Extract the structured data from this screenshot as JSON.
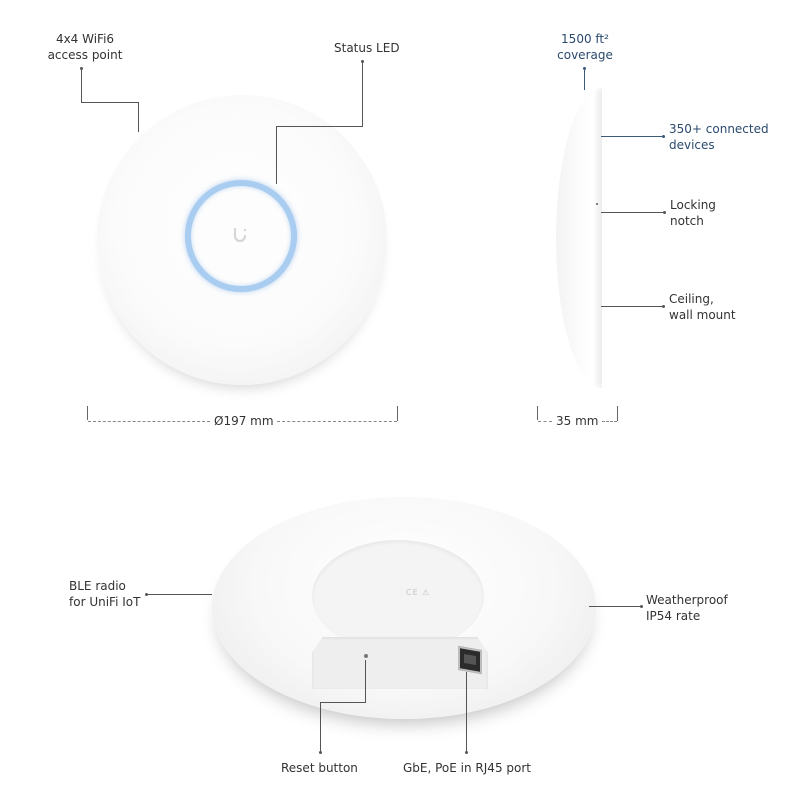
{
  "diagram": {
    "subject": "WiFi 6 ceiling access point",
    "top_view": {
      "callouts": [
        {
          "id": "wifi",
          "line1": "4x4 WiFi6",
          "line2": "access point"
        },
        {
          "id": "led",
          "line1": "Status LED"
        }
      ],
      "dimension": "Ø197 mm",
      "led_color": "#a8cdf0"
    },
    "side_view": {
      "callouts": [
        {
          "id": "coverage",
          "line1": "1500 ft²",
          "line2": "coverage",
          "color": "#2a4a6e"
        },
        {
          "id": "devices",
          "line1": "350+ connected",
          "line2": "devices",
          "color": "#2a4a6e"
        },
        {
          "id": "notch",
          "line1": "Locking",
          "line2": "notch"
        },
        {
          "id": "mount",
          "line1": "Ceiling,",
          "line2": "wall mount"
        }
      ],
      "dimension": "35 mm"
    },
    "bottom_view": {
      "callouts": [
        {
          "id": "ble",
          "line1": "BLE radio",
          "line2": "for UniFi IoT"
        },
        {
          "id": "weather",
          "line1": "Weatherproof",
          "line2": "IP54 rate"
        },
        {
          "id": "reset",
          "line1": "Reset button"
        },
        {
          "id": "port",
          "line1": "GbE, PoE in RJ45 port"
        }
      ],
      "certification_marks": "CE ⚠"
    }
  }
}
